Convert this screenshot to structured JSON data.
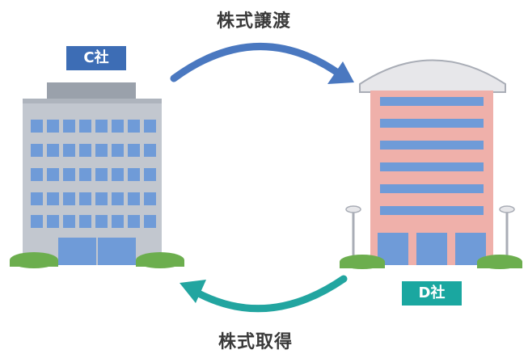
{
  "labels": {
    "top_arrow": "株式譲渡",
    "bottom_arrow": "株式取得"
  },
  "companies": {
    "left": {
      "name": "C社",
      "tag_color": "#3d6db5"
    },
    "right": {
      "name": "D社",
      "tag_color": "#1aa7a0"
    }
  },
  "colors": {
    "top_arrow": "#4a78c0",
    "bottom_arrow": "#22a5a0",
    "left_building": "#b8bec8",
    "right_building": "#efb0aa"
  }
}
